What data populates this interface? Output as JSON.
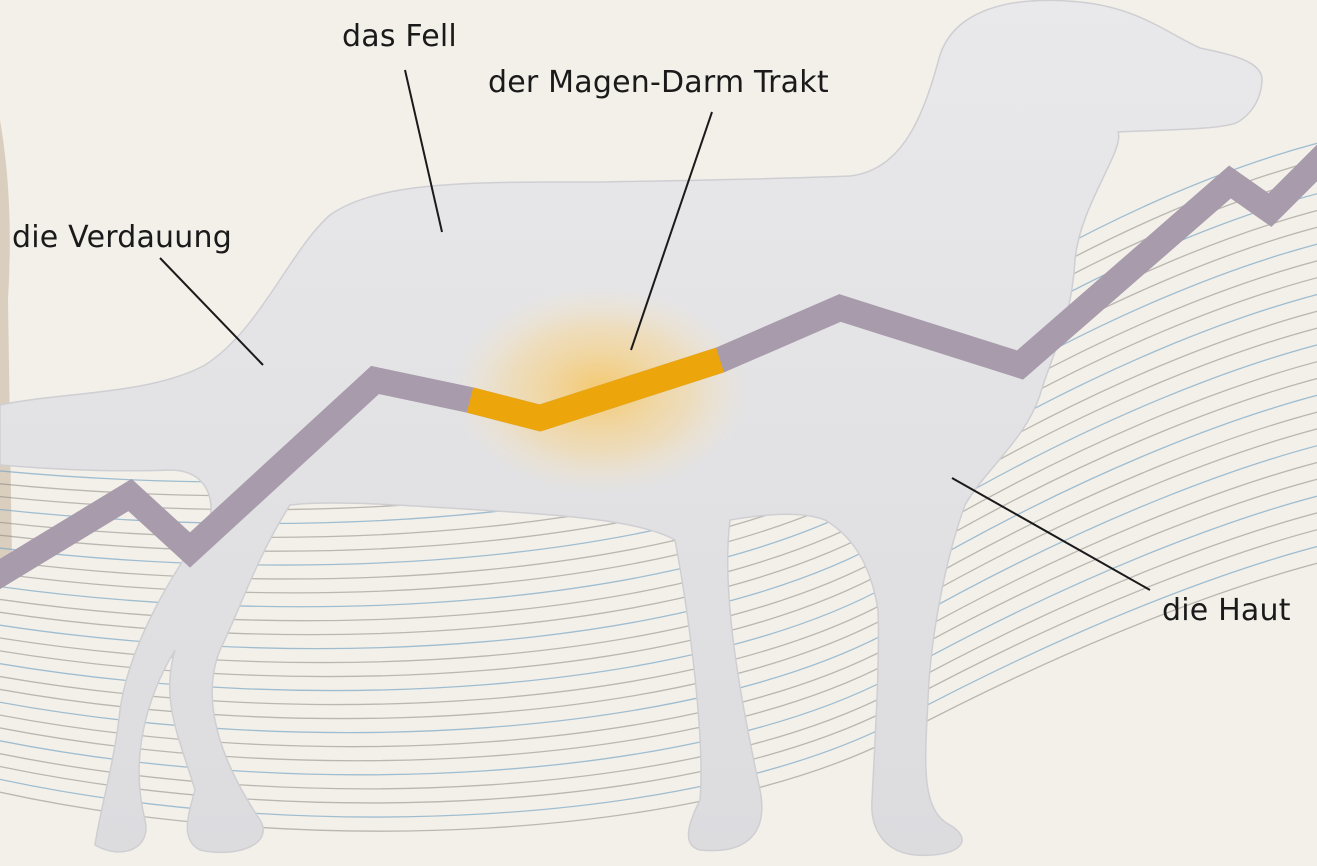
{
  "diagram": {
    "labels": {
      "fur": "das Fell",
      "gi_tract": "der Magen-Darm Trakt",
      "digestion": "die Verdauung",
      "skin": "die Haut"
    },
    "colors": {
      "background": "#f2efe9",
      "dog_silhouette": "#e2e2e4",
      "trend_line": "#a89bab",
      "highlight": "#eca60b",
      "mesh_lines": "#8a8680",
      "mesh_blue": "#7aa6c4",
      "leader_lines": "#1a1a1a"
    },
    "icons": [
      "dog-silhouette",
      "zigzag-trend-line",
      "wire-mesh-wave"
    ]
  }
}
